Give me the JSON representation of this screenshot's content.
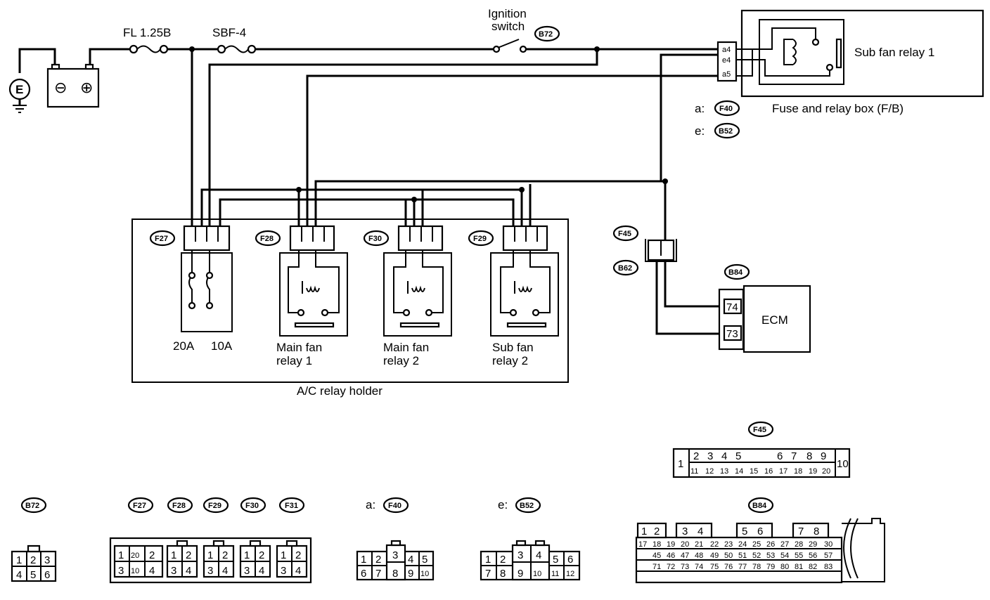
{
  "labels": {
    "ground": "E",
    "fuse_main": "FL 1.25B",
    "fuse_sbf": "SBF-4",
    "ignition_line1": "Ignition",
    "ignition_line2": "switch",
    "sub_fan_relay_1": "Sub fan relay 1",
    "fuse_box": "Fuse and relay box (F/B)",
    "fb_a_prefix": "a:",
    "fb_e_prefix": "e:",
    "fuse_20a": "20A",
    "fuse_10a": "10A",
    "main_fan_relay_1_l1": "Main fan",
    "main_fan_relay_1_l2": "relay 1",
    "main_fan_relay_2_l1": "Main fan",
    "main_fan_relay_2_l2": "relay 2",
    "sub_fan_relay_2_l1": "Sub fan",
    "sub_fan_relay_2_l2": "relay 2",
    "ac_relay_holder": "A/C relay holder",
    "ecm": "ECM",
    "ecm_pin_74": "74",
    "ecm_pin_73": "73",
    "fb_pin_a4": "a4",
    "fb_pin_e4": "e4",
    "fb_pin_a5": "a5",
    "battery_minus": "⊖",
    "battery_plus": "⊕"
  },
  "connector_tags": {
    "b72": "B72",
    "f40": "F40",
    "b52": "B52",
    "f27": "F27",
    "f28": "F28",
    "f30": "F30",
    "f29": "F29",
    "f45": "F45",
    "b62": "B62",
    "b84": "B84",
    "f31": "F31"
  },
  "connector_faces": {
    "b72_pins": [
      "1",
      "2",
      "3",
      "4",
      "5",
      "6"
    ],
    "f27_pins": [
      "1",
      "2",
      "3",
      "4"
    ],
    "f27_inner": [
      "20",
      "10"
    ],
    "f40_prefix": "a:",
    "f40_pins": [
      "1",
      "2",
      "3",
      "4",
      "5",
      "6",
      "7",
      "8",
      "9",
      "10"
    ],
    "b52_prefix": "e:",
    "b52_pins": [
      "1",
      "2",
      "3",
      "4",
      "5",
      "6",
      "7",
      "8",
      "9",
      "10",
      "11",
      "12"
    ],
    "f45_pins_top": [
      "1",
      "2",
      "3",
      "4",
      "5",
      "6",
      "7",
      "8",
      "9",
      "10"
    ],
    "f45_pins_bottom": [
      "11",
      "12",
      "13",
      "14",
      "15",
      "16",
      "17",
      "18",
      "19",
      "20"
    ],
    "b84_row1": [
      "1",
      "2",
      "3",
      "4",
      "5",
      "6",
      "7",
      "8"
    ],
    "b84_row2": [
      "17",
      "18",
      "19",
      "20",
      "21",
      "22",
      "23",
      "24",
      "25",
      "26",
      "27",
      "28",
      "29",
      "30"
    ],
    "b84_row3": [
      "45",
      "46",
      "47",
      "48",
      "49",
      "50",
      "51",
      "52",
      "53",
      "54",
      "55",
      "56",
      "57"
    ],
    "b84_row4": [
      "71",
      "72",
      "73",
      "74",
      "75",
      "76",
      "77",
      "78",
      "79",
      "80",
      "81",
      "82",
      "83"
    ]
  },
  "colors": {
    "ink": "#000000",
    "paper": "#ffffff"
  }
}
